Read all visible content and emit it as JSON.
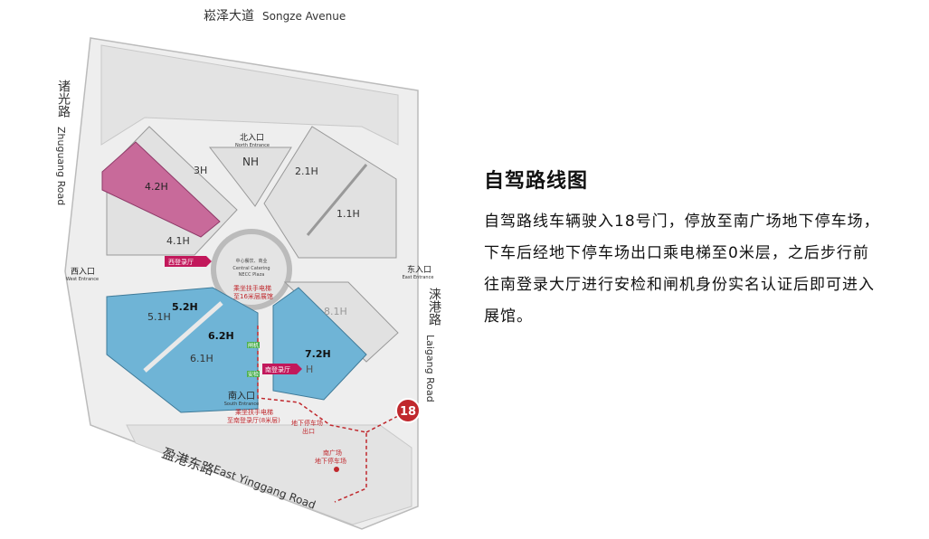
{
  "roads": {
    "north": {
      "zh": "崧泽大道",
      "en": "Songze Avenue"
    },
    "west": {
      "zh": "诸光路",
      "en": "Zhuguang Road"
    },
    "east": {
      "zh": "涞港路",
      "en": "Laigang Road"
    },
    "south": {
      "zh": "盈港东路",
      "en": "East Yinggang Road"
    }
  },
  "entrances": {
    "north": {
      "zh": "北入口",
      "en": "North Entrance"
    },
    "west": {
      "zh": "西入口",
      "en": "West Entrance"
    },
    "east": {
      "zh": "东入口",
      "en": "East Entrance"
    },
    "south": {
      "zh": "南入口",
      "en": "South Entrance"
    }
  },
  "halls": {
    "nh": "NH",
    "h3": "3H",
    "h21": "2.1H",
    "h11": "1.1H",
    "h42": "4.2H",
    "h41": "4.1H",
    "h52": "5.2H",
    "h51": "5.1H",
    "h62": "6.2H",
    "h61": "6.1H",
    "h72": "7.2H",
    "h81": "8.1H",
    "h71": "H"
  },
  "plaza": {
    "zh": "中心餐饮、商业",
    "en1": "Central Catering",
    "en2": "NECC Plaza"
  },
  "lobbies": {
    "west": "西登录厅",
    "south": "南登录厅"
  },
  "annotations": {
    "escalator16_1": "乘坐扶手电梯",
    "escalator16_2": "至16米层展馆",
    "gate": "闸机",
    "security": "安检",
    "escalator8_1": "乘坐扶手电梯",
    "escalator8_2": "至南登录厅(8米层)",
    "parking_exit_1": "地下停车场",
    "parking_exit_2": "出口",
    "south_parking_1": "南广场",
    "south_parking_2": "地下停车场",
    "gate_number": "18"
  },
  "colors": {
    "pink": "#c86a9a",
    "blue": "#6fb4d6",
    "red": "#c0282d",
    "magenta": "#c2185b",
    "green": "#4caf50"
  },
  "panel": {
    "title": "自驾路线图",
    "body": "自驾路线车辆驶入18号门，停放至南广场地下停车场，下车后经地下停车场出口乘电梯至0米层，之后步行前往南登录大厅进行安检和闸机身份实名认证后即可进入展馆。"
  }
}
